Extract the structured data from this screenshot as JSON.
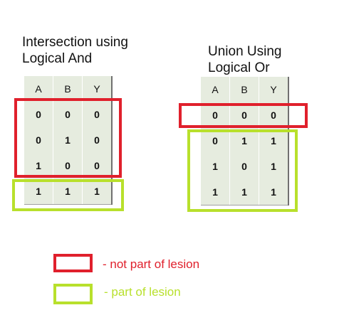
{
  "intersection": {
    "title_line1": "Intersection using",
    "title_line2": "Logical And",
    "headers": [
      "A",
      "B",
      "Y"
    ],
    "rows": [
      [
        "0",
        "0",
        "0"
      ],
      [
        "0",
        "1",
        "0"
      ],
      [
        "1",
        "0",
        "0"
      ],
      [
        "1",
        "1",
        "1"
      ]
    ]
  },
  "union": {
    "title_line1": "Union Using",
    "title_line2": "Logical Or",
    "headers": [
      "A",
      "B",
      "Y"
    ],
    "rows": [
      [
        "0",
        "0",
        "0"
      ],
      [
        "0",
        "1",
        "1"
      ],
      [
        "1",
        "0",
        "1"
      ],
      [
        "1",
        "1",
        "1"
      ]
    ]
  },
  "legend": {
    "not_lesion_label": "- not part of lesion",
    "lesion_label": "- part of lesion"
  },
  "colors": {
    "not_lesion": "#e0202c",
    "lesion": "#b8e02c",
    "table_fill": "#e6ecdf"
  }
}
